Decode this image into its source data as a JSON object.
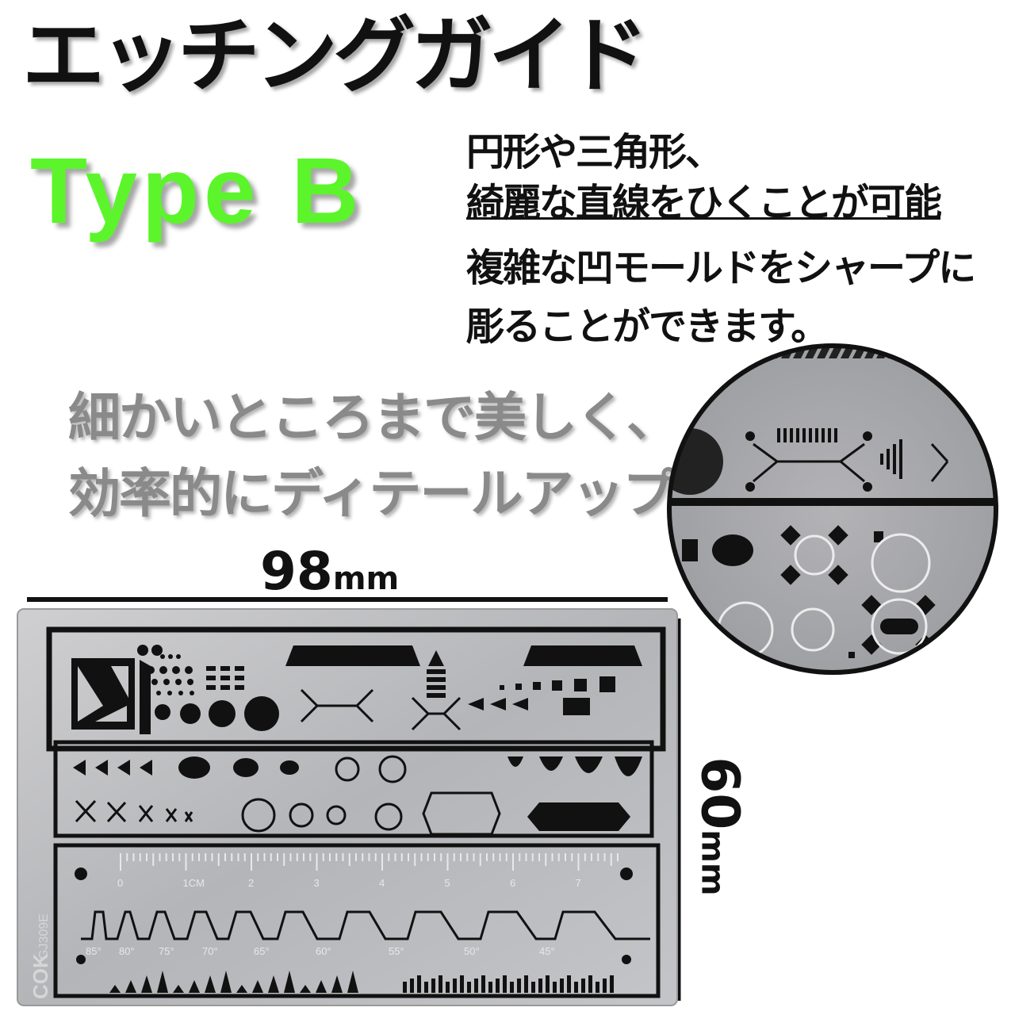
{
  "title": "エッチングガイド",
  "subtitle": "Type B",
  "description": [
    "円形や三角形、",
    "綺麗な直線をひくことが可能",
    "複雑な凹モールドをシャープに",
    "彫ることができます。"
  ],
  "tagline": [
    "細かいところまで美しく、",
    "効率的にディテールアップ"
  ],
  "dimensions": {
    "width_value": "98",
    "width_unit": "mm",
    "height_value": "60",
    "height_unit": "mm"
  },
  "ruler": {
    "cm_ticks": [
      "0",
      "1CM",
      "2",
      "3",
      "4",
      "5",
      "6",
      "7"
    ],
    "angles": [
      "85°",
      "80°",
      "75°",
      "70°",
      "65°",
      "60°",
      "55°",
      "50°",
      "45°"
    ],
    "model_code": "GJ309E",
    "brand": "COK"
  }
}
